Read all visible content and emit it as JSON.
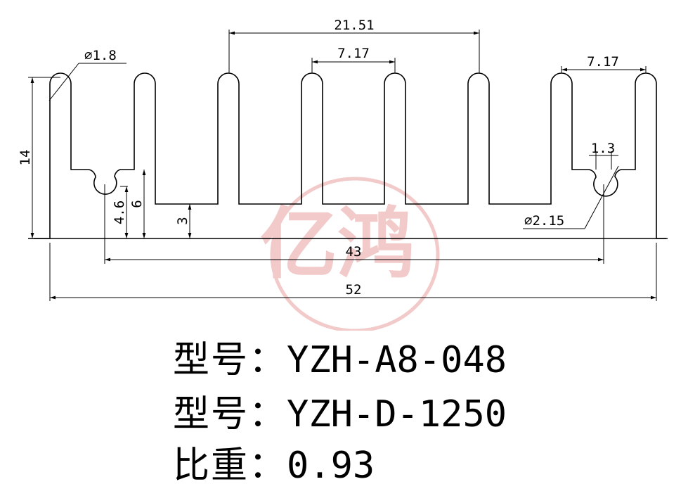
{
  "drawing": {
    "watermark_text": "亿鸿",
    "watermark_color": "#e8a0a0",
    "dimensions": {
      "fin_tip_diameter": "⌀1.8",
      "span_between_fins": "21.51",
      "fin_pitch_center": "7.17",
      "fin_pitch_right": "7.17",
      "total_height": "14",
      "slot_opening": "1.3",
      "slot_hole_diameter": "⌀2.15",
      "hole_height": "4.6",
      "slot_depth": "6",
      "base_thickness": "3",
      "hole_span": "43",
      "total_width": "52"
    }
  },
  "info": [
    {
      "label": "型号：",
      "value": "YZH-A8-048"
    },
    {
      "label": "型号：",
      "value": "YZH-D-1250"
    },
    {
      "label": "比重：",
      "value": "0.93"
    }
  ]
}
